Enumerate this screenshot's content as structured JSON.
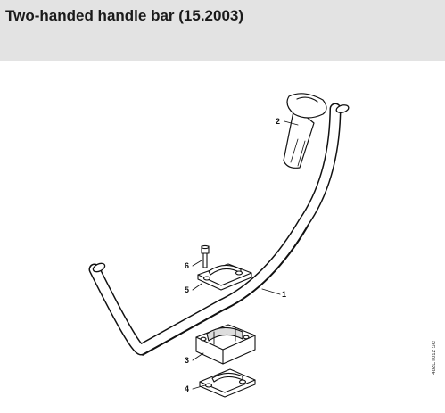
{
  "header": {
    "title": "Two-handed handle bar (15.2003)"
  },
  "parts": [
    {
      "num": "1",
      "part": "handle-bar"
    },
    {
      "num": "2",
      "part": "handle-grip"
    },
    {
      "num": "3",
      "part": "clamp-lower"
    },
    {
      "num": "4",
      "part": "clamp-plate-lower"
    },
    {
      "num": "5",
      "part": "clamp-upper"
    },
    {
      "num": "6",
      "part": "screw"
    }
  ],
  "drawing_code": "482ET012 SC",
  "colors": {
    "header_bg": "#e3e3e3",
    "line": "#111111"
  }
}
